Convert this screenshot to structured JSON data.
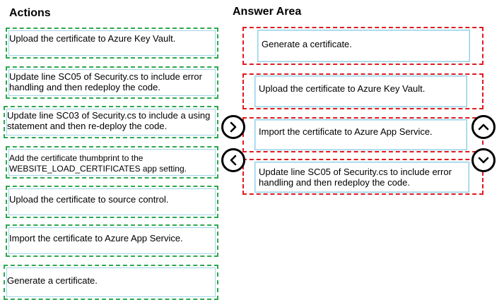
{
  "actions": {
    "title": "Actions",
    "items": [
      {
        "label": "Upload the certificate to Azure Key Vault."
      },
      {
        "label": "Update line SC05 of Security.cs to include error handling and then redeploy the code."
      },
      {
        "label": "Update line SC03 of Security.cs to include a using statement and then re-deploy the code."
      },
      {
        "label": "Add the certificate thumbprint to the WEBSITE_LOAD_CERTIFICATES app setting."
      },
      {
        "label": "Upload the certificate to source control."
      },
      {
        "label": "Import the certificate to Azure App Service."
      },
      {
        "label": "Generate a certificate."
      }
    ]
  },
  "answer_area": {
    "title": "Answer Area",
    "items": [
      {
        "label": "Generate a certificate."
      },
      {
        "label": "Upload the certificate to Azure Key Vault."
      },
      {
        "label": "Import the certificate to Azure App Service."
      },
      {
        "label": "Update line SC05 of Security.cs to include error handling and then redeploy the code."
      }
    ]
  },
  "controls": {
    "move_right": "chevron-right-icon",
    "move_left": "chevron-left-icon",
    "move_up": "chevron-up-icon",
    "move_down": "chevron-down-icon"
  },
  "colors": {
    "action_border": "#2fa84f",
    "answer_zone_border": "#e0191f",
    "item_inner_border": "#8fd0e6"
  }
}
